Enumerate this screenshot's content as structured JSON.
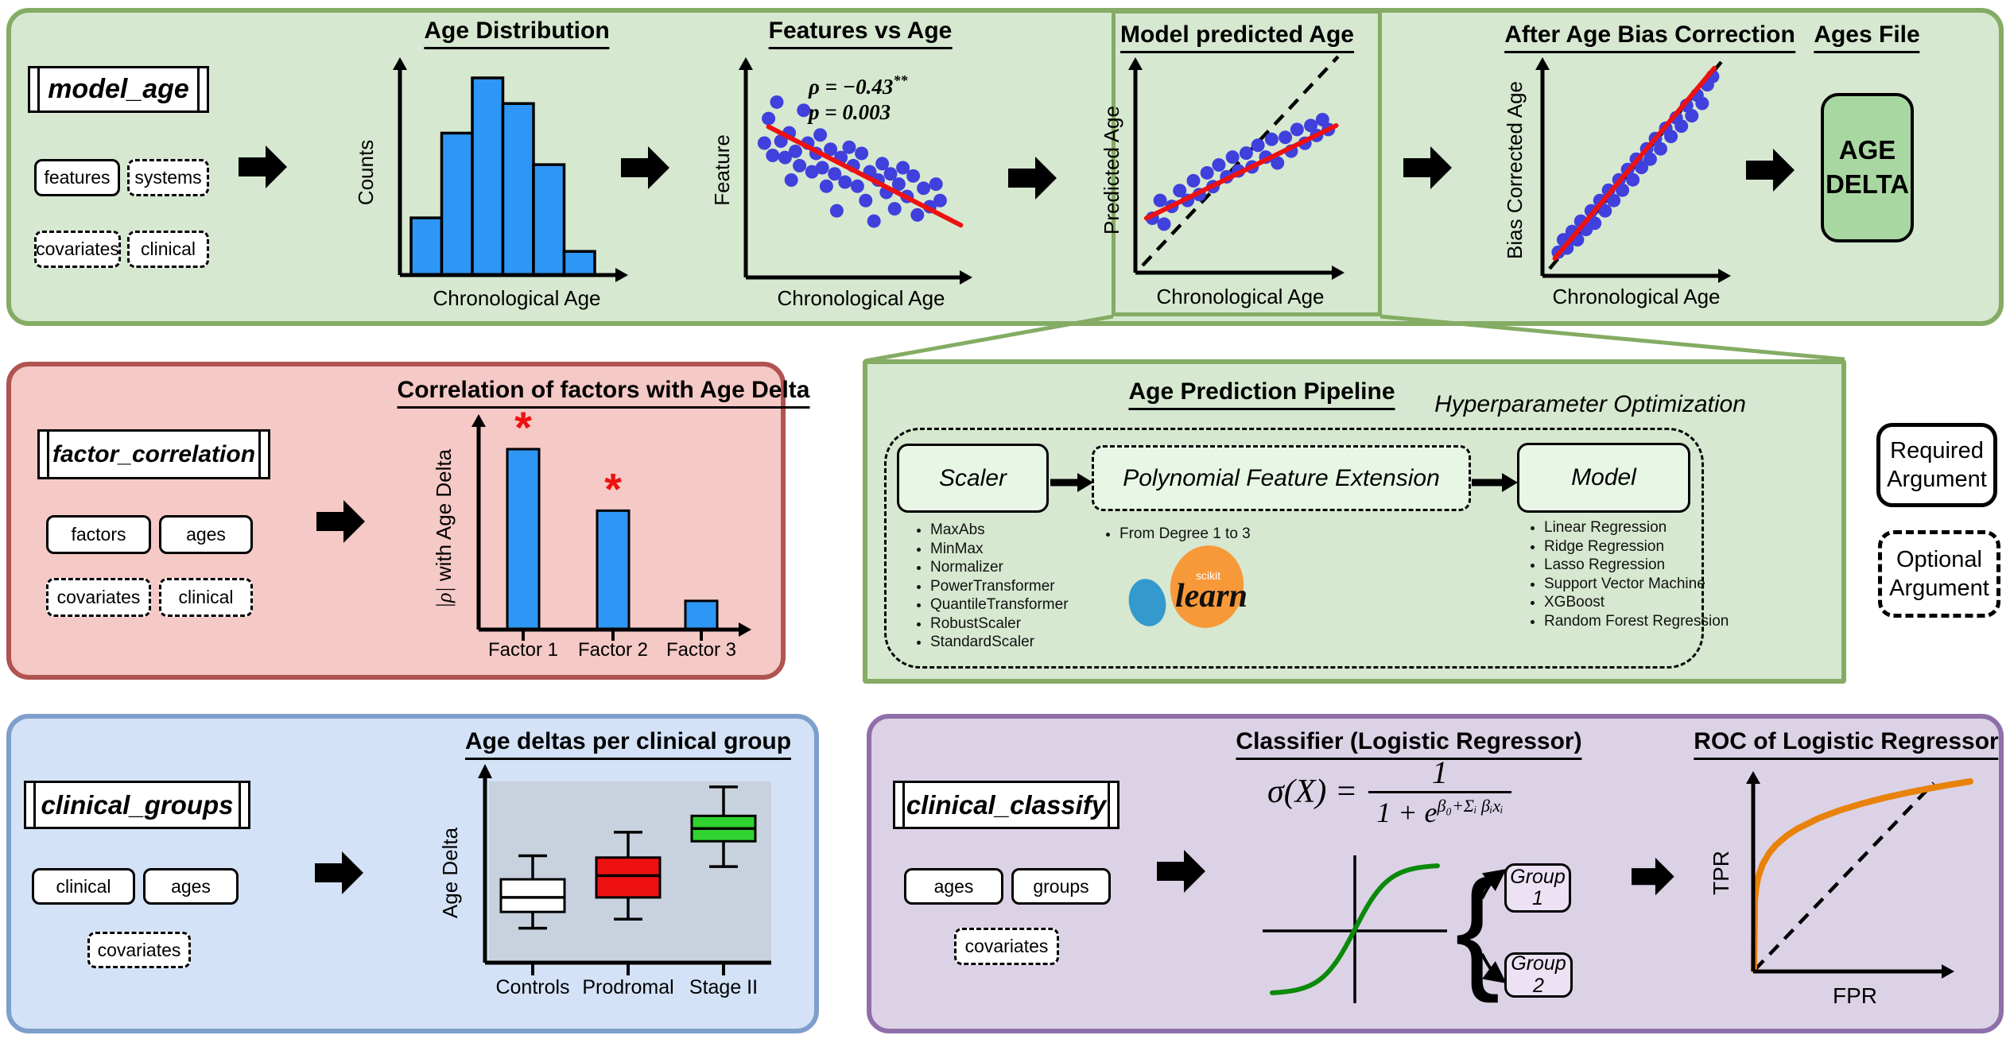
{
  "colors": {
    "green_bg": "#d6e8d0",
    "green_border": "#84ac64",
    "red_bg": "#f5c9c6",
    "red_border": "#b05451",
    "blue_bg": "#d3e2f6",
    "blue_border": "#7e9fcb",
    "purple_bg": "#dcd2e6",
    "purple_border": "#8e6fa9",
    "bar_blue": "#2e96f5",
    "dot_blue": "#4040dd",
    "line_red": "#ee1111",
    "sigmoid_green": "#0a8a0a",
    "roc_orange": "#e8820a",
    "agedelta_green": "#a9d7a1",
    "pipeline_box": "#e8f6e6",
    "plot_gray": "#c8d2de",
    "box_white": "#ffffff",
    "box_red": "#ee1111",
    "box_green": "#30d230"
  },
  "commands": {
    "model_age": {
      "name": "model_age",
      "params": [
        {
          "label": "features",
          "required": true
        },
        {
          "label": "systems",
          "required": false
        },
        {
          "label": "covariates",
          "required": false
        },
        {
          "label": "clinical",
          "required": false
        }
      ]
    },
    "factor_correlation": {
      "name": "factor_correlation",
      "params": [
        {
          "label": "factors",
          "required": true
        },
        {
          "label": "ages",
          "required": true
        },
        {
          "label": "covariates",
          "required": false
        },
        {
          "label": "clinical",
          "required": false
        }
      ]
    },
    "clinical_groups": {
      "name": "clinical_groups",
      "params": [
        {
          "label": "clinical",
          "required": true
        },
        {
          "label": "ages",
          "required": true
        },
        {
          "label": "covariates",
          "required": false
        }
      ]
    },
    "clinical_classify": {
      "name": "clinical_classify",
      "params": [
        {
          "label": "ages",
          "required": true
        },
        {
          "label": "groups",
          "required": true
        },
        {
          "label": "covariates",
          "required": false
        }
      ]
    }
  },
  "titles": {
    "age_distribution": "Age Distribution",
    "features_vs_age": "Features vs Age",
    "model_predicted_age": "Model predicted Age",
    "after_bias_correction": "After Age Bias Correction",
    "ages_file": "Ages File",
    "factor_corr": "Correlation of factors with Age Delta",
    "pipeline": "Age Prediction Pipeline",
    "hyperparam": "Hyperparameter Optimization",
    "age_deltas": "Age deltas per clinical group",
    "classifier": "Classifier (Logistic Regressor)",
    "roc": "ROC of Logistic Regressor"
  },
  "age_delta_box": {
    "line1": "AGE",
    "line2": "DELTA"
  },
  "legend": {
    "required_line1": "Required",
    "required_line2": "Argument",
    "optional_line1": "Optional",
    "optional_line2": "Argument"
  },
  "pipeline": {
    "scaler": {
      "label": "Scaler",
      "items": [
        "MaxAbs",
        "MinMax",
        "Normalizer",
        "PowerTransformer",
        "QuantileTransformer",
        "RobustScaler",
        "StandardScaler"
      ]
    },
    "poly": {
      "label": "Polynomial Feature Extension",
      "items": [
        "From Degree 1 to 3"
      ]
    },
    "model": {
      "label": "Model",
      "items": [
        "Linear Regression",
        "Ridge Regression",
        "Lasso Regression",
        "Support Vector Machine",
        "XGBoost",
        "Random Forest Regression"
      ]
    },
    "logo": {
      "top": "scikit",
      "script": "learn"
    }
  },
  "classifier": {
    "formula": {
      "lhs": "σ(X) =",
      "numerator": "1",
      "den_base": "1 + e",
      "exponent": "β₀+Σᵢ βᵢxᵢ"
    },
    "group1": {
      "line1": "Group",
      "line2": "1"
    },
    "group2": {
      "line1": "Group",
      "line2": "2"
    }
  },
  "charts": {
    "histogram": {
      "type": "bar",
      "title": "Age Distribution",
      "values": [
        0.29,
        0.72,
        1.0,
        0.87,
        0.56,
        0.12
      ],
      "xlabel": "Chronological Age",
      "ylabel": "Counts"
    },
    "features_scatter": {
      "type": "scatter",
      "title": "Features vs Age",
      "xlabel": "Chronological Age",
      "ylabel": "Feature",
      "annotation": {
        "l1": "ρ = −0.43",
        "l1sup": "**",
        "l2": "p = 0.003"
      },
      "trend": [
        0.06,
        0.7,
        0.99,
        0.22
      ],
      "points": [
        [
          0.04,
          0.62
        ],
        [
          0.06,
          0.74
        ],
        [
          0.08,
          0.56
        ],
        [
          0.1,
          0.82
        ],
        [
          0.12,
          0.63
        ],
        [
          0.14,
          0.55
        ],
        [
          0.16,
          0.67
        ],
        [
          0.17,
          0.44
        ],
        [
          0.19,
          0.58
        ],
        [
          0.21,
          0.51
        ],
        [
          0.23,
          0.78
        ],
        [
          0.25,
          0.62
        ],
        [
          0.27,
          0.48
        ],
        [
          0.29,
          0.57
        ],
        [
          0.31,
          0.66
        ],
        [
          0.32,
          0.5
        ],
        [
          0.34,
          0.41
        ],
        [
          0.36,
          0.59
        ],
        [
          0.38,
          0.47
        ],
        [
          0.39,
          0.29
        ],
        [
          0.41,
          0.55
        ],
        [
          0.43,
          0.43
        ],
        [
          0.45,
          0.6
        ],
        [
          0.47,
          0.51
        ],
        [
          0.49,
          0.41
        ],
        [
          0.51,
          0.57
        ],
        [
          0.53,
          0.34
        ],
        [
          0.55,
          0.48
        ],
        [
          0.57,
          0.24
        ],
        [
          0.59,
          0.44
        ],
        [
          0.61,
          0.52
        ],
        [
          0.63,
          0.38
        ],
        [
          0.65,
          0.47
        ],
        [
          0.67,
          0.3
        ],
        [
          0.69,
          0.42
        ],
        [
          0.71,
          0.5
        ],
        [
          0.73,
          0.36
        ],
        [
          0.76,
          0.46
        ],
        [
          0.78,
          0.27
        ],
        [
          0.81,
          0.4
        ],
        [
          0.84,
          0.31
        ],
        [
          0.87,
          0.42
        ],
        [
          0.89,
          0.34
        ]
      ]
    },
    "model_scatter": {
      "type": "scatter",
      "title": "Model predicted Age",
      "xlabel": "Chronological Age",
      "ylabel": "Predicted Age",
      "identity": [
        0,
        0,
        1,
        1.06
      ],
      "trend": [
        0.02,
        0.24,
        0.99,
        0.71
      ],
      "points": [
        [
          0.05,
          0.24
        ],
        [
          0.09,
          0.33
        ],
        [
          0.11,
          0.21
        ],
        [
          0.15,
          0.3
        ],
        [
          0.19,
          0.38
        ],
        [
          0.23,
          0.33
        ],
        [
          0.26,
          0.43
        ],
        [
          0.29,
          0.36
        ],
        [
          0.33,
          0.47
        ],
        [
          0.36,
          0.4
        ],
        [
          0.39,
          0.51
        ],
        [
          0.43,
          0.45
        ],
        [
          0.46,
          0.55
        ],
        [
          0.49,
          0.48
        ],
        [
          0.53,
          0.57
        ],
        [
          0.56,
          0.5
        ],
        [
          0.59,
          0.61
        ],
        [
          0.63,
          0.55
        ],
        [
          0.66,
          0.64
        ],
        [
          0.69,
          0.52
        ],
        [
          0.73,
          0.65
        ],
        [
          0.76,
          0.58
        ],
        [
          0.79,
          0.69
        ],
        [
          0.83,
          0.62
        ],
        [
          0.86,
          0.71
        ],
        [
          0.89,
          0.66
        ],
        [
          0.92,
          0.74
        ],
        [
          0.95,
          0.69
        ]
      ]
    },
    "bias_scatter": {
      "type": "scatter",
      "title": "After Age Bias Correction",
      "xlabel": "Chronological Age",
      "ylabel": "Bias Corrected Age",
      "identity": [
        0,
        0,
        0.99,
        1.0
      ],
      "trend": [
        0.03,
        0.05,
        0.95,
        0.97
      ],
      "points": [
        [
          0.05,
          0.08
        ],
        [
          0.08,
          0.14
        ],
        [
          0.1,
          0.1
        ],
        [
          0.13,
          0.18
        ],
        [
          0.16,
          0.14
        ],
        [
          0.18,
          0.23
        ],
        [
          0.21,
          0.19
        ],
        [
          0.24,
          0.28
        ],
        [
          0.26,
          0.22
        ],
        [
          0.29,
          0.33
        ],
        [
          0.32,
          0.28
        ],
        [
          0.34,
          0.38
        ],
        [
          0.37,
          0.33
        ],
        [
          0.4,
          0.43
        ],
        [
          0.42,
          0.38
        ],
        [
          0.45,
          0.48
        ],
        [
          0.48,
          0.43
        ],
        [
          0.5,
          0.53
        ],
        [
          0.53,
          0.49
        ],
        [
          0.56,
          0.58
        ],
        [
          0.58,
          0.53
        ],
        [
          0.61,
          0.63
        ],
        [
          0.64,
          0.58
        ],
        [
          0.67,
          0.68
        ],
        [
          0.7,
          0.64
        ],
        [
          0.73,
          0.73
        ],
        [
          0.76,
          0.69
        ],
        [
          0.79,
          0.79
        ],
        [
          0.82,
          0.74
        ],
        [
          0.85,
          0.84
        ],
        [
          0.88,
          0.8
        ],
        [
          0.91,
          0.89
        ],
        [
          0.94,
          0.93
        ]
      ]
    },
    "factor_bars": {
      "type": "bar",
      "title": "Correlation of factors with Age Delta",
      "categories": [
        "Factor 1",
        "Factor 2",
        "Factor 3"
      ],
      "values": [
        0.88,
        0.58,
        0.14
      ],
      "significant": [
        true,
        true,
        false
      ],
      "sig_marker": "*",
      "ylabel_rho": "|ρ|",
      "ylabel_rest": " with Age Delta"
    },
    "boxplot": {
      "type": "boxplot",
      "title": "Age deltas per clinical group",
      "ylabel": "Age Delta",
      "groups": [
        {
          "label": "Controls",
          "color": "#ffffff",
          "lo": 0.19,
          "q1": 0.28,
          "med": 0.36,
          "q3": 0.46,
          "hi": 0.59
        },
        {
          "label": "Prodromal",
          "color": "#ee1111",
          "lo": 0.24,
          "q1": 0.36,
          "med": 0.48,
          "q3": 0.58,
          "hi": 0.72
        },
        {
          "label": "Stage II",
          "color": "#30d230",
          "lo": 0.53,
          "q1": 0.67,
          "med": 0.74,
          "q3": 0.81,
          "hi": 0.97
        }
      ]
    },
    "sigmoid": {
      "type": "line",
      "title": "logistic sigmoid",
      "color": "#0a8a0a"
    },
    "roc": {
      "type": "line",
      "title": "ROC of Logistic Regressor",
      "xlabel": "FPR",
      "ylabel": "TPR",
      "exponent": 0.18
    }
  }
}
